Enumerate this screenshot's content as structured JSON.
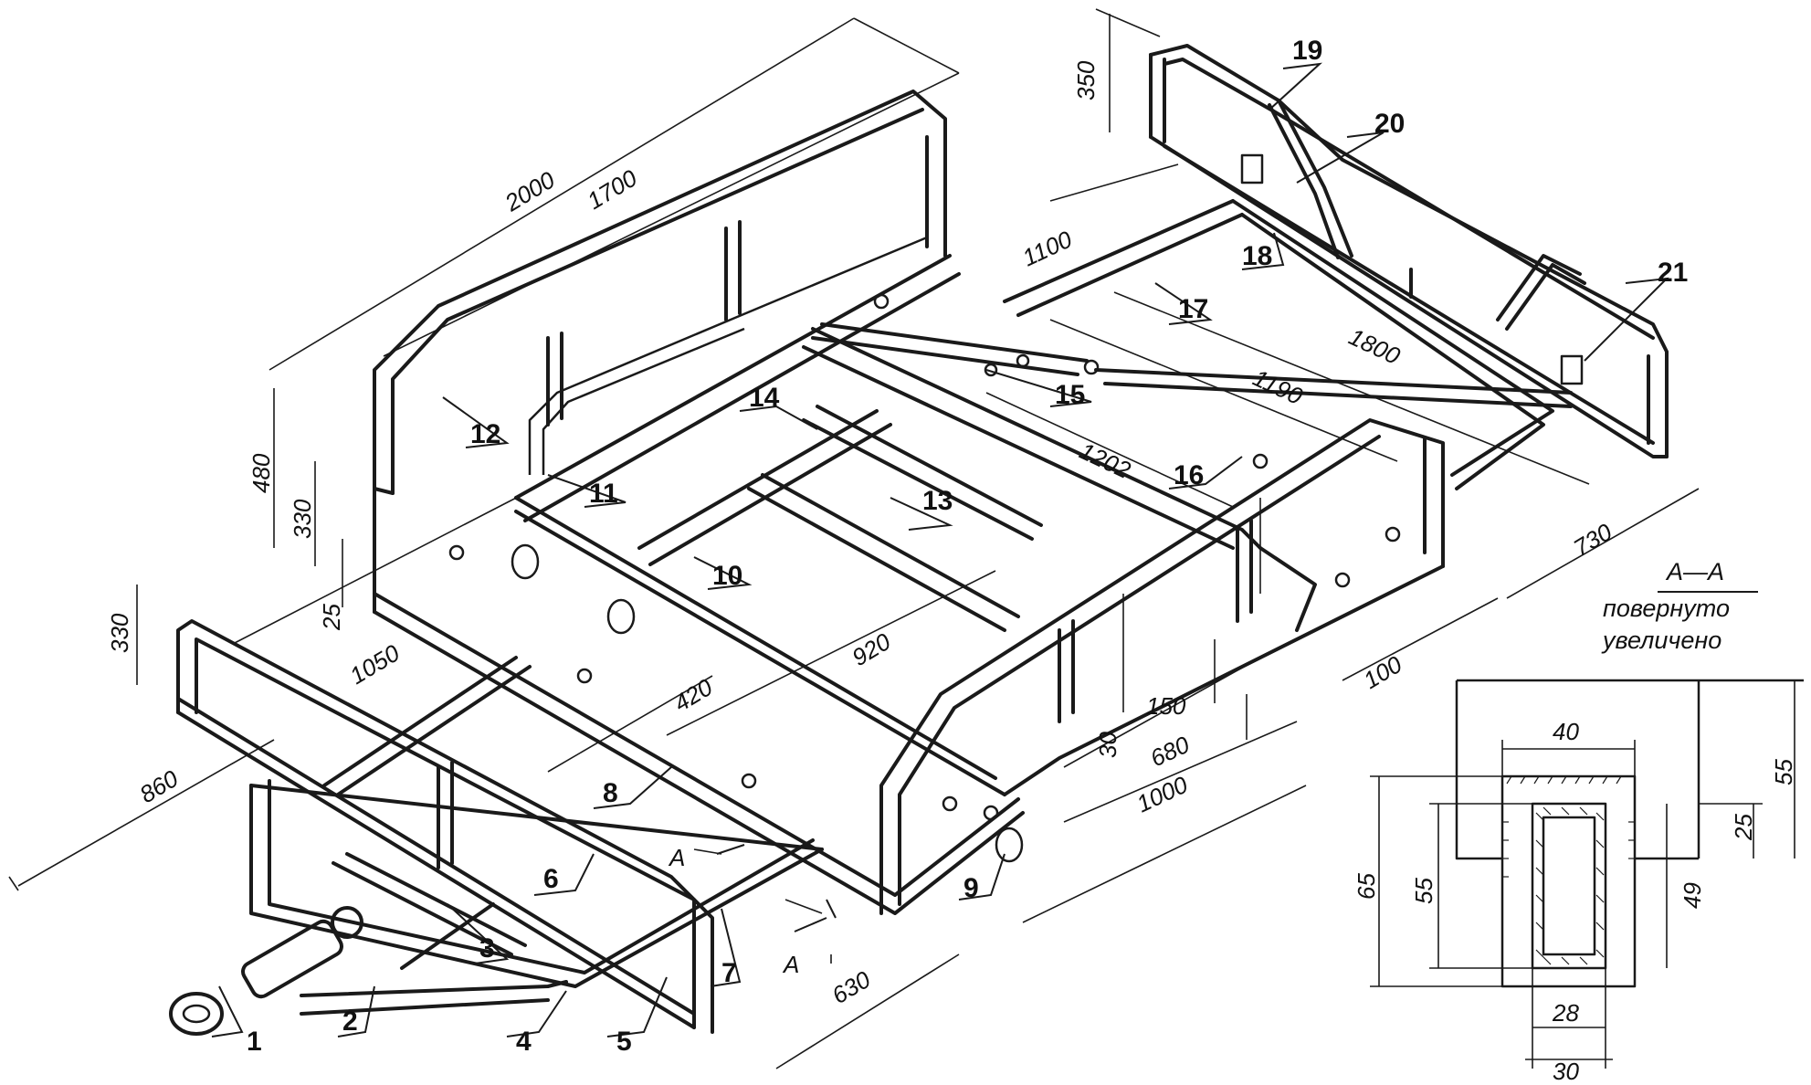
{
  "parts": [
    "1",
    "2",
    "3",
    "4",
    "5",
    "6",
    "7",
    "8",
    "9",
    "10",
    "11",
    "12",
    "13",
    "14",
    "15",
    "16",
    "17",
    "18",
    "19",
    "20",
    "21"
  ],
  "dimensions": {
    "d2000": "2000",
    "d1700": "1700",
    "d350": "350",
    "d1100": "1100",
    "d1800": "1800",
    "d1190": "1190",
    "d1202": "1202",
    "d480": "480",
    "d330a": "330",
    "d330b": "330",
    "d25": "25",
    "d1050": "1050",
    "d860": "860",
    "d420": "420",
    "d920": "920",
    "d150": "150",
    "d30": "30",
    "d680": "680",
    "d1000": "1000",
    "d630": "630",
    "d730": "730",
    "d100": "100"
  },
  "section_marks": {
    "a1": "A",
    "a2": "A"
  },
  "section_title": {
    "name": "A—A",
    "line1": "повернуто",
    "line2": "увеличено"
  },
  "section_dims": {
    "w40": "40",
    "h55r": "55",
    "h25": "25",
    "h49": "49",
    "h65": "65",
    "h55l": "55",
    "w28": "28",
    "w30": "30"
  }
}
